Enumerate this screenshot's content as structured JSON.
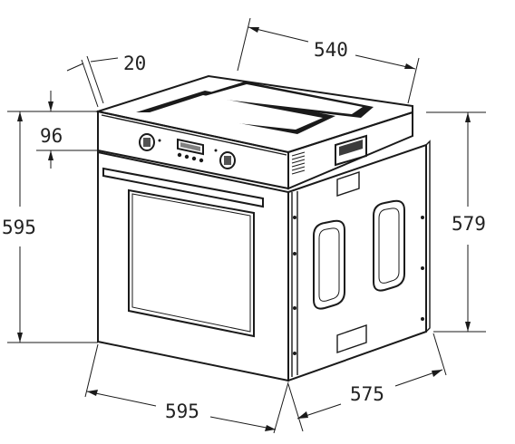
{
  "dimensions": {
    "top_width": "540",
    "side_thickness": "20",
    "panel_height": "96",
    "total_height": "595",
    "side_height": "579",
    "front_width": "595",
    "depth": "575"
  },
  "colors": {
    "line": "#1a1a1a",
    "background": "#ffffff",
    "text": "#222222"
  }
}
